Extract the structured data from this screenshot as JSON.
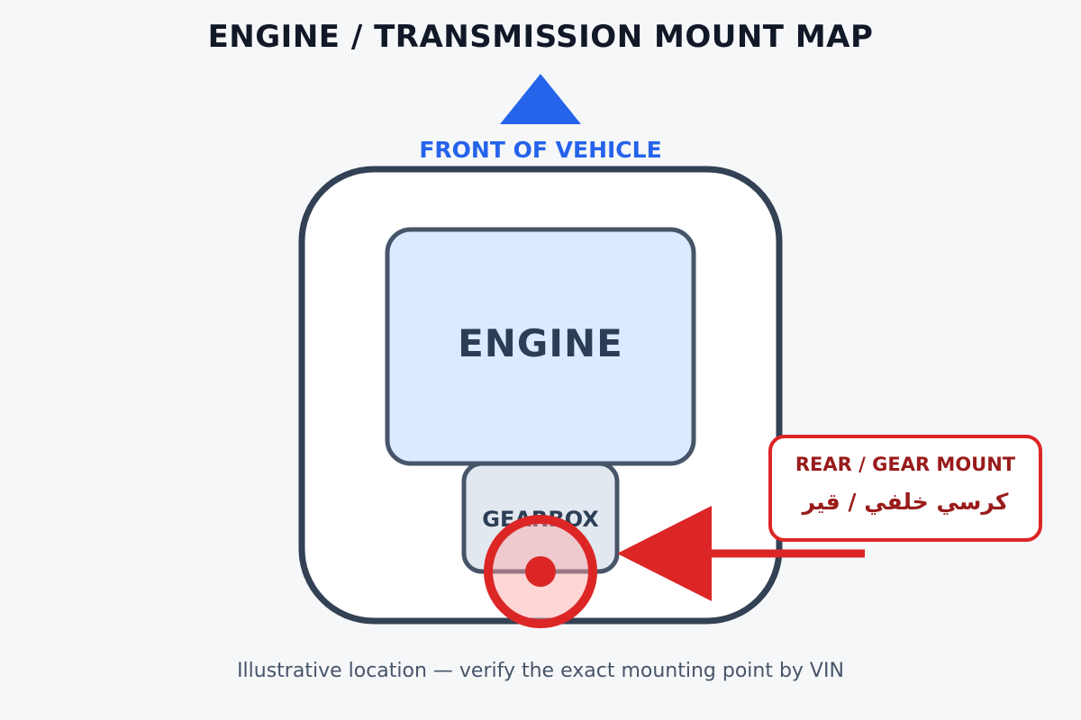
{
  "title": "ENGINE / TRANSMISSION MOUNT MAP",
  "front_label": "FRONT OF VEHICLE",
  "engine_label": "ENGINE",
  "gearbox_label": "GEARBOX",
  "callout": {
    "english": "REAR / GEAR MOUNT",
    "arabic": "كرسي خلفي / قير"
  },
  "footnote": "Illustrative location — verify the exact mounting point by VIN",
  "colors": {
    "background": "#f6f7f9",
    "title": "#111827",
    "front_accent": "#2563eb",
    "frame_stroke": "#334155",
    "engine_fill": "#dbeafe",
    "gearbox_fill": "#e2e8f0",
    "mount_highlight": "#dc2626",
    "mount_fill": "#fecaca",
    "callout_text": "#991b1b"
  },
  "icons": {
    "front_indicator": "triangle-up-icon",
    "mount_marker": "target-circle-icon",
    "pointer": "arrow-left-icon"
  }
}
